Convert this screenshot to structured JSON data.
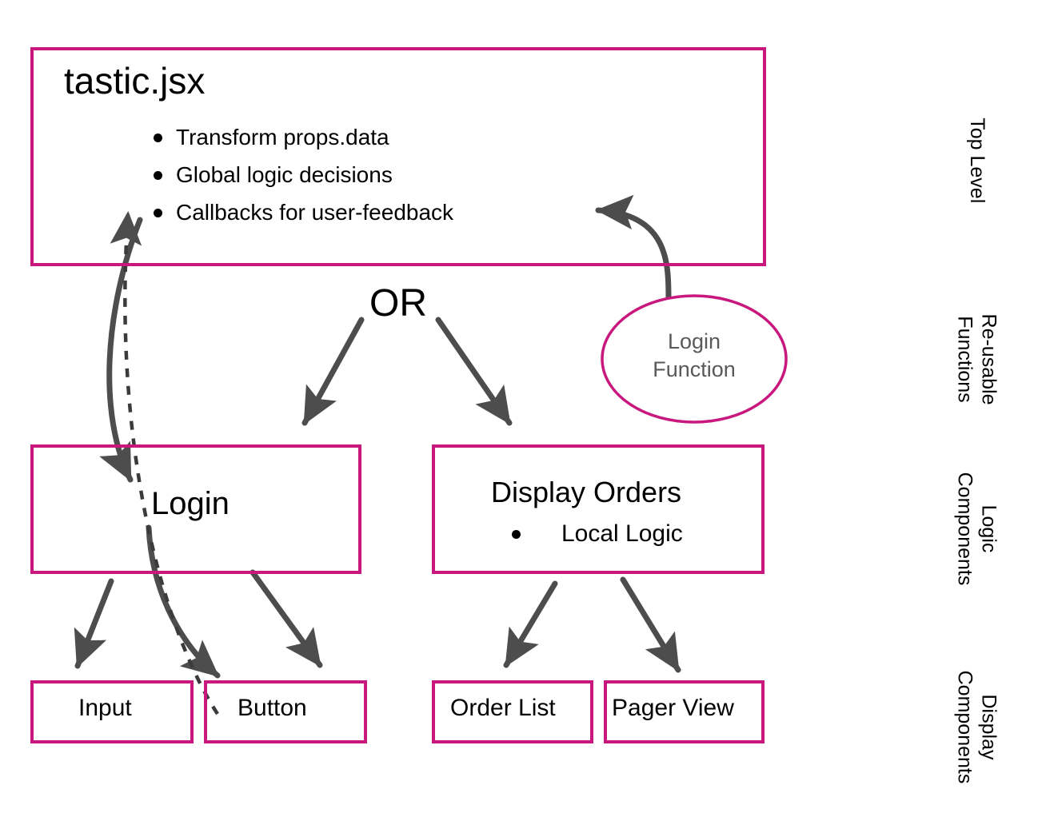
{
  "diagram": {
    "title_node": {
      "label": "tastic.jsx",
      "bullets": [
        "Transform props.data",
        "Global logic decisions",
        "Callbacks for user-feedback"
      ]
    },
    "or_connector": {
      "label": "OR"
    },
    "function_node": {
      "label": "Login\nFunction",
      "label_line1": "Login",
      "label_line2": "Function"
    },
    "logic_nodes": [
      {
        "label": "Login",
        "bullets": []
      },
      {
        "label": "Display Orders",
        "bullets": [
          "Local Logic"
        ]
      }
    ],
    "display_nodes": [
      {
        "label": "Input"
      },
      {
        "label": "Button"
      },
      {
        "label": "Order List"
      },
      {
        "label": "Pager View"
      }
    ],
    "lane_labels": [
      "Top Level",
      "Re-usable\nFunctions",
      "Logic\nComponents",
      "Display\nComponents"
    ],
    "colors": {
      "box_stroke": "#c9187d",
      "ellipse_stroke": "#c9187d",
      "arrow": "#4d4d4d",
      "text": "#000000",
      "ellipse_text": "#595959",
      "background": "#ffffff"
    }
  }
}
